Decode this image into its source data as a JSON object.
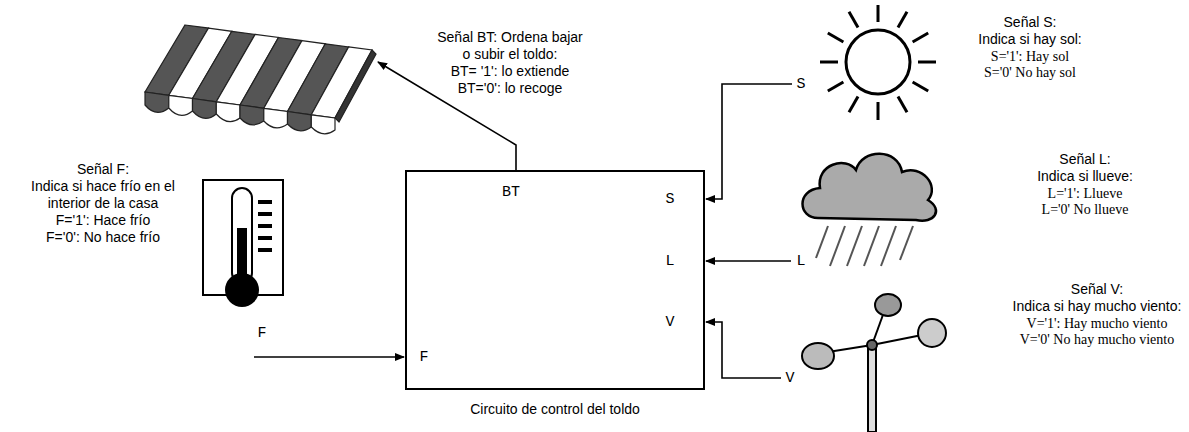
{
  "diagram": {
    "nodes": [
      {
        "text": [
          "Circuito de control del toldo"
        ]
      }
    ],
    "labels": [
      "Señal BT: Ordena bajar o subir el toldo:",
      "BT= '1': lo extiende",
      "BT='0': lo recoge",
      "S",
      "Señal S:",
      "Indica si hay sol:",
      "S='1': Hay sol",
      "S='0' No hay sol",
      "L",
      "Señal L:",
      "Indica si llueve:",
      "L='1': Llueve",
      "L='0' No llueve",
      "V",
      "Señal V:",
      "Indica si hay mucho viento:",
      "V='1': Hay mucho viento",
      "V='0' No hay mucho viento",
      "F",
      "Señal F:",
      "Indica si hace frío en el interior de la casa",
      "F='1': Hace frío",
      "F='0': No hace frío",
      "BT",
      "S",
      "L",
      "V",
      "F"
    ]
  }
}
